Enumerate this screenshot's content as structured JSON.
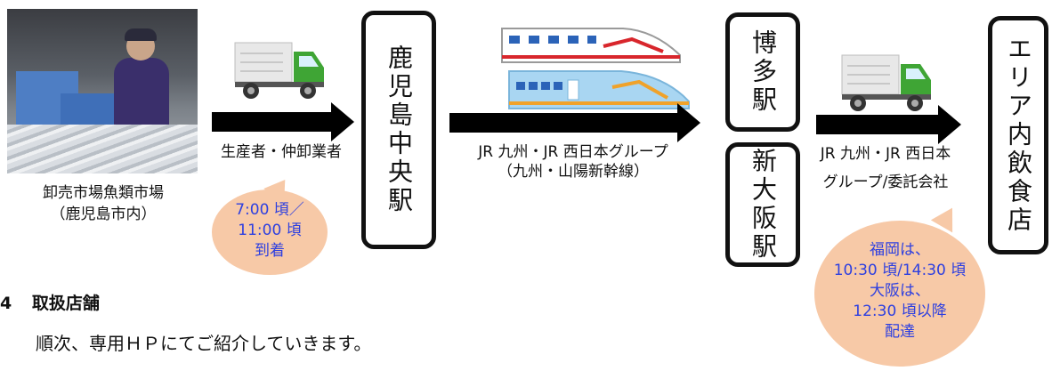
{
  "photo": {
    "caption_line1": "卸売市場魚類市場",
    "caption_line2": "（鹿児島市内）"
  },
  "step1": {
    "label": "生産者・仲卸業者",
    "bubble_line1": "7:00 頃／",
    "bubble_line2": "11:00 頃",
    "bubble_line3": "到着"
  },
  "station_kagoshima": "鹿児島中央駅",
  "step2": {
    "label_line1": "JR 九州・JR 西日本グループ",
    "label_line2": "（九州・山陽新幹線）"
  },
  "station_hakata": "博多駅",
  "station_shinosaka": "新大阪駅",
  "step3": {
    "label_line1": "JR 九州・JR 西日本",
    "label_line2": "グループ/委託会社"
  },
  "bubble2": {
    "line1": "福岡は、",
    "line2": "10:30 頃/14:30 頃",
    "line3": "大阪は、",
    "line4": "12:30 頃以降",
    "line5": "配達"
  },
  "destination": "エリア内飲食店",
  "section": {
    "number": "4",
    "title": "取扱店舗",
    "body": "順次、専用ＨＰにてご紹介していきます。"
  },
  "colors": {
    "truck_cargo": "#e8e8e8",
    "truck_cab": "#3fa535",
    "bubble_fill": "#f7c9a7",
    "bubble_text": "#2d3fe0",
    "train1_stripe": "#d8262c",
    "train2_body": "#a9d6f2"
  }
}
